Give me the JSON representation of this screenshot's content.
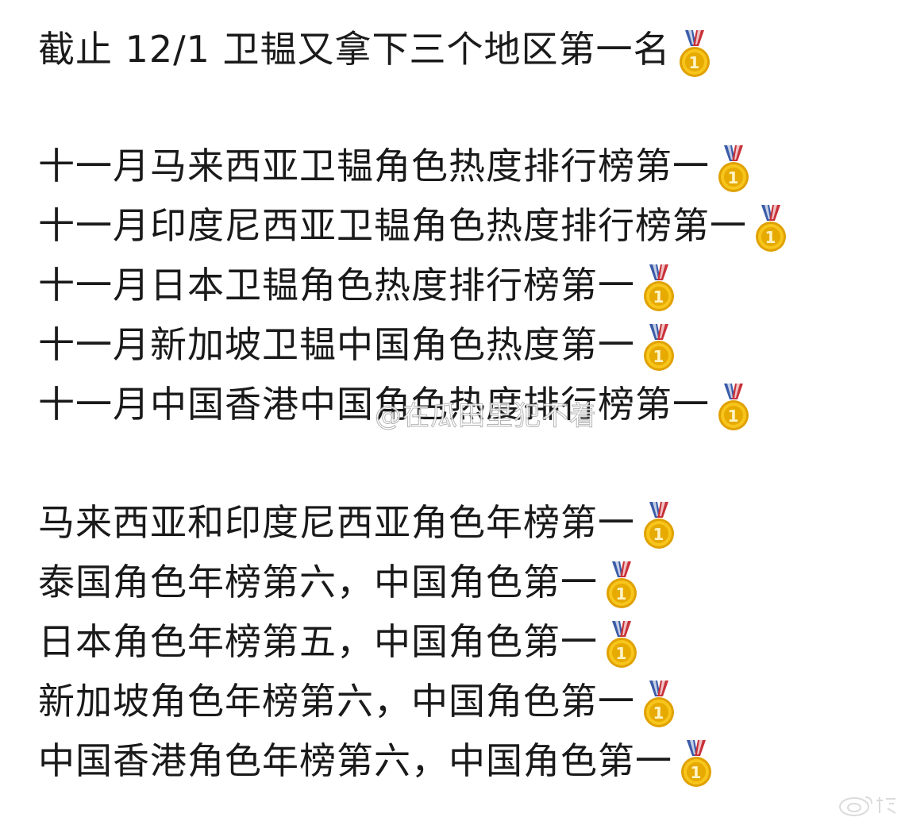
{
  "post": {
    "title": "截止 12/1 卫韫又拿下三个地区第一名",
    "monthly": [
      "十一月马来西亚卫韫角色热度排行榜第一",
      "十一月印度尼西亚卫韫角色热度排行榜第一",
      "十一月日本卫韫角色热度排行榜第一",
      "十一月新加坡卫韫中国角色热度第一",
      "十一月中国香港中国角色热度排行榜第一"
    ],
    "yearly": [
      "马来西亚和印度尼西亚角色年榜第一",
      "泰国角色年榜第六，中国角色第一",
      "日本角色年榜第五，中国角色第一",
      "新加坡角色年榜第六，中国角色第一",
      "中国香港角色年榜第六，中国角色第一"
    ],
    "icon": "first-place-medal-icon"
  },
  "watermark": {
    "text": "@在瓜田里犯不着"
  },
  "colors": {
    "text": "#1a1a1a",
    "medal_gold": "#f2b705",
    "ribbon_blue": "#3a5ba8",
    "ribbon_red": "#c8323a"
  }
}
